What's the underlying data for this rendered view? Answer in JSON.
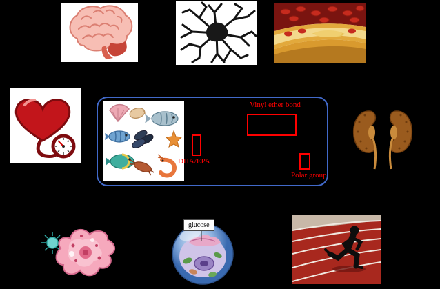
{
  "canvas": {
    "background_color": "#000000"
  },
  "center_box": {
    "border_color": "#4169c9",
    "annotation_color": "#ff0000",
    "labels": {
      "dha_epa": "DHA/EPA",
      "vinyl_ether_bond": "Vinyl ether bond",
      "polar_group": "Polar group"
    }
  },
  "cell_figure": {
    "glucose_label": "glucose"
  },
  "illustrations": [
    {
      "name": "brain-image"
    },
    {
      "name": "neuron-image"
    },
    {
      "name": "artery-atherosclerosis-image"
    },
    {
      "name": "heart-blood-pressure-image"
    },
    {
      "name": "seafood-image"
    },
    {
      "name": "kidneys-image"
    },
    {
      "name": "amoeba-cell-image"
    },
    {
      "name": "plant-cell-glucose-image"
    },
    {
      "name": "runner-track-image"
    }
  ]
}
